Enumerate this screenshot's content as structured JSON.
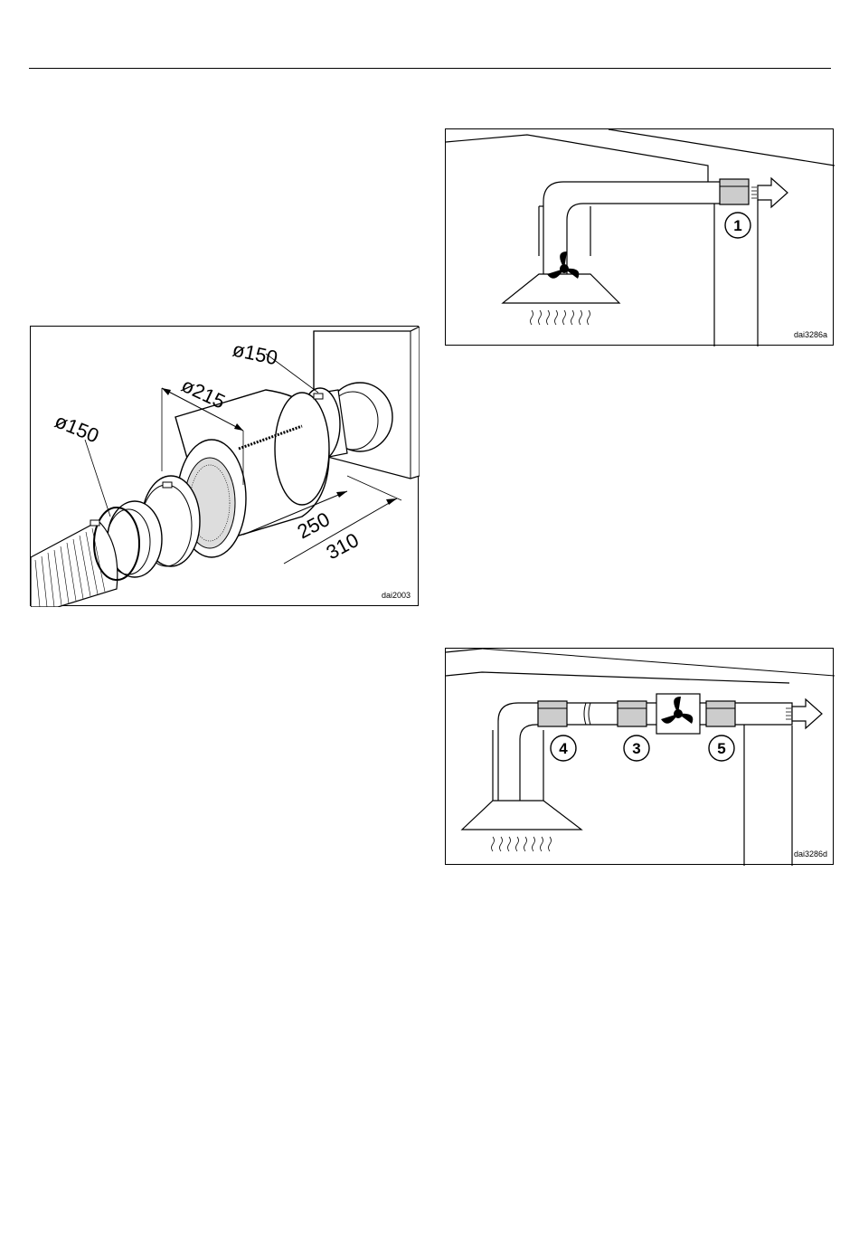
{
  "figure_silencer": {
    "code": "dai2003",
    "labels": {
      "inlet_diameter": "ø150",
      "body_diameter": "ø215",
      "outlet_diameter": "ø150",
      "length_inner": "250",
      "length_outer": "310"
    }
  },
  "figure_wall_outlet": {
    "code": "dai3286a",
    "callouts": [
      "1"
    ]
  },
  "figure_inline_fan": {
    "code": "dai3286d",
    "callouts": [
      "4",
      "3",
      "5"
    ]
  }
}
